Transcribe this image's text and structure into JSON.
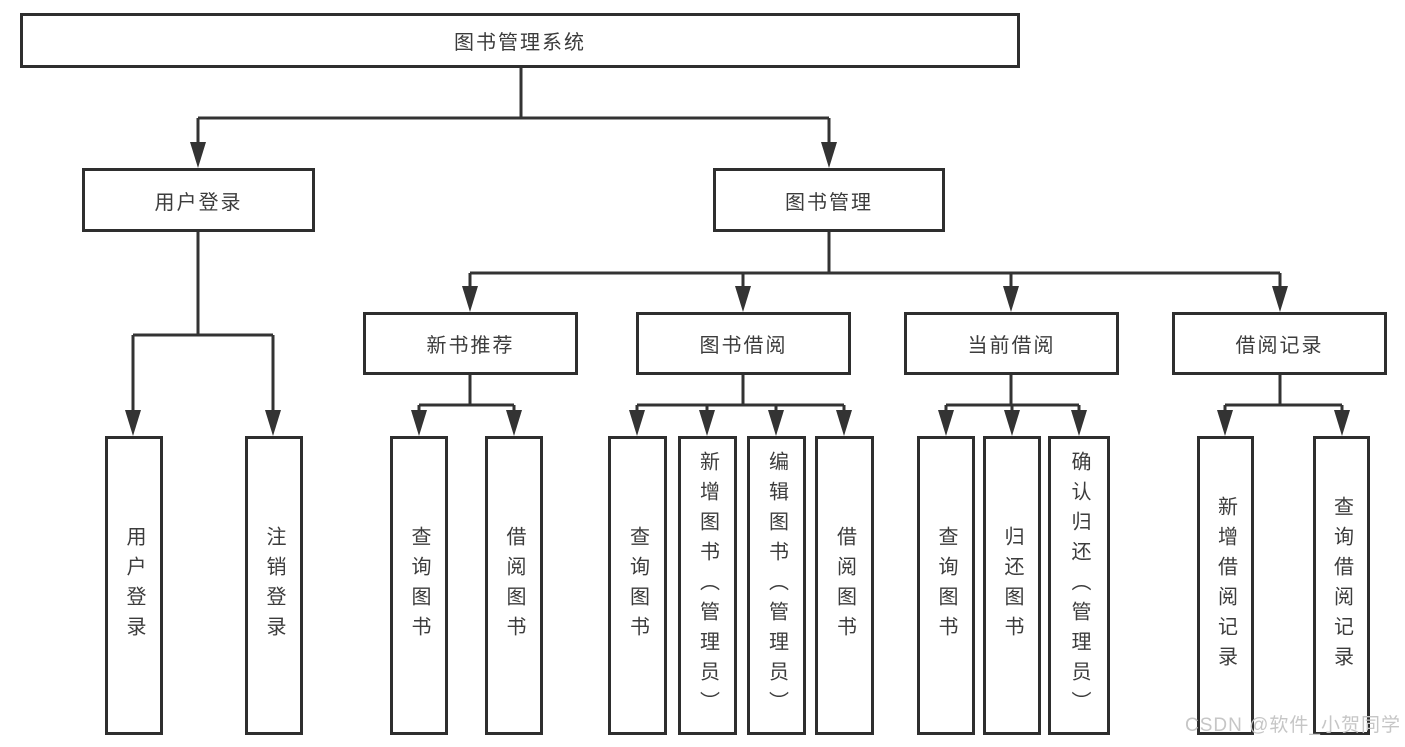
{
  "diagram": {
    "root": {
      "label": "图书管理系统"
    },
    "level2": [
      {
        "label": "用户登录"
      },
      {
        "label": "图书管理"
      }
    ],
    "level3": [
      {
        "label": "新书推荐"
      },
      {
        "label": "图书借阅"
      },
      {
        "label": "当前借阅"
      },
      {
        "label": "借阅记录"
      }
    ],
    "leaves": {
      "user_login": [
        {
          "label": "用户登录"
        },
        {
          "label": "注销登录"
        }
      ],
      "new_books": [
        {
          "label": "查询图书"
        },
        {
          "label": "借阅图书"
        }
      ],
      "book_borrow": [
        {
          "label": "查询图书"
        },
        {
          "label": "新增图书（管理员）"
        },
        {
          "label": "编辑图书（管理员）"
        },
        {
          "label": "借阅图书"
        }
      ],
      "current_borrow": [
        {
          "label": "查询图书"
        },
        {
          "label": "归还图书"
        },
        {
          "label": "确认归还（管理员）"
        }
      ],
      "borrow_records": [
        {
          "label": "新增借阅记录"
        },
        {
          "label": "查询借阅记录"
        }
      ]
    },
    "colors": {
      "line": "#333333",
      "box_border": "#2e2e2e",
      "text": "#3c3c3c",
      "watermark": "#c6c6c6"
    }
  },
  "watermark": {
    "text": "CSDN @软件_小贺同学"
  }
}
